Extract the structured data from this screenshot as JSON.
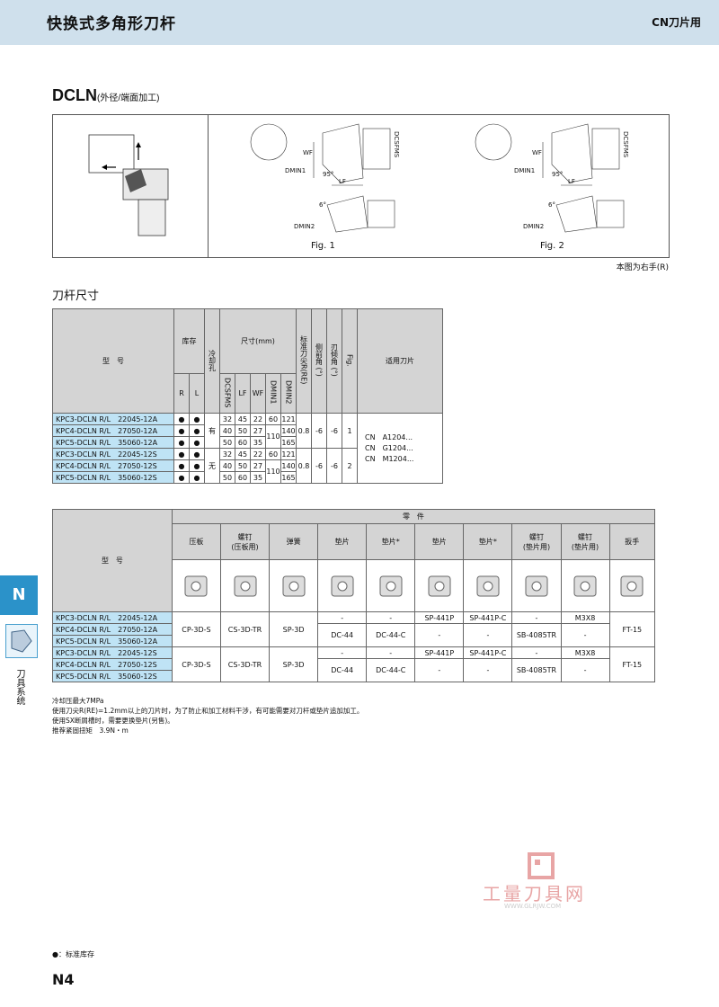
{
  "header": {
    "title": "快换式多角形刀杆",
    "right": "CN刀片用"
  },
  "section": {
    "name": "DCLN",
    "sub": "(外径/端面加工)"
  },
  "figure": {
    "fig1": "Fig. 1",
    "fig2": "Fig. 2",
    "labels": {
      "wf": "WF",
      "lf": "LF",
      "dcsfms": "DCSFMS",
      "dmin1": "DMIN1",
      "dmin2": "DMIN2",
      "a95": "95°",
      "a6": "6°"
    }
  },
  "right_hand_note": "本图为右手(R)",
  "table1": {
    "title": "刀杆尺寸",
    "h_model": "型　号",
    "h_stock": "库存",
    "h_coolant": "冷却孔",
    "h_dims": "尺寸(mm)",
    "h_re": "标准刀尖R(RE)",
    "h_side": "侧前角 (°)",
    "h_incl": "刃倾角 (°)",
    "h_fig": "Fig.",
    "h_insert": "适用刀片",
    "h_r": "R",
    "h_l": "L",
    "h_dcsfms": "DCSFMS",
    "h_lf": "LF",
    "h_wf": "WF",
    "h_dmin1": "DMIN1",
    "h_dmin2": "DMIN2",
    "rows": [
      {
        "model": "KPC3-DCLN R/L　22045-12A",
        "r": "●",
        "l": "●",
        "dcsfms": "32",
        "lf": "45",
        "wf": "22",
        "dmin1": "60",
        "dmin2": "121"
      },
      {
        "model": "KPC4-DCLN R/L　27050-12A",
        "r": "●",
        "l": "●",
        "dcsfms": "40",
        "lf": "50",
        "wf": "27",
        "dmin1": "110",
        "dmin2": "140"
      },
      {
        "model": "KPC5-DCLN R/L　35060-12A",
        "r": "●",
        "l": "●",
        "dcsfms": "50",
        "lf": "60",
        "wf": "35",
        "dmin1": "",
        "dmin2": "165"
      },
      {
        "model": "KPC3-DCLN R/L　22045-12S",
        "r": "●",
        "l": "●",
        "dcsfms": "32",
        "lf": "45",
        "wf": "22",
        "dmin1": "60",
        "dmin2": "121"
      },
      {
        "model": "KPC4-DCLN R/L　27050-12S",
        "r": "●",
        "l": "●",
        "dcsfms": "40",
        "lf": "50",
        "wf": "27",
        "dmin1": "110",
        "dmin2": "140"
      },
      {
        "model": "KPC5-DCLN R/L　35060-12S",
        "r": "●",
        "l": "●",
        "dcsfms": "50",
        "lf": "60",
        "wf": "35",
        "dmin1": "",
        "dmin2": "165"
      }
    ],
    "coolant_a": "有",
    "coolant_s": "无",
    "re": "0.8",
    "side": "-6",
    "incl": "-6",
    "fig_a": "1",
    "fig_s": "2",
    "inserts": [
      "CN　A1204...",
      "CN　G1204...",
      "CN　M1204..."
    ]
  },
  "table2": {
    "h_model": "型　号",
    "h_parts": "零　件",
    "cols": [
      "压板",
      "螺钉\n(压板用)",
      "弹簧",
      "垫片",
      "垫片*",
      "垫片",
      "垫片*",
      "螺钉\n(垫片用)",
      "螺钉\n(垫片用)",
      "扳手"
    ],
    "models": [
      "KPC3-DCLN R/L　22045-12A",
      "KPC4-DCLN R/L　27050-12A",
      "KPC5-DCLN R/L　35060-12A",
      "KPC3-DCLN R/L　22045-12S",
      "KPC4-DCLN R/L　27050-12S",
      "KPC5-DCLN R/L　35060-12S"
    ],
    "clamp": "CP-3D-S",
    "screw": "CS-3D-TR",
    "spring": "SP-3D",
    "dash": "-",
    "dc44": "DC-44",
    "dc44c": "DC-44-C",
    "sp441p": "SP-441P",
    "sp441pc": "SP-441P-C",
    "sb": "SB-4085TR",
    "m3x8": "M3X8",
    "ft15": "FT-15"
  },
  "notes": [
    "冷却压最大7MPa",
    "使用刀尖R(RE)=1.2mm以上的刀片时，为了防止和加工材料干涉，有可能需要对刀杆或垫片追加加工。",
    "使用SX断屑槽时，需要更换垫片(另售)。",
    "推荐紧固扭矩　3.9N・m"
  ],
  "side_tab": {
    "letter": "N",
    "text": "刀具系统"
  },
  "watermark": {
    "cn": "工量刀具网",
    "url": "WWW.GLRJW.COM"
  },
  "legend": "●：标准库存",
  "page_no": "N4"
}
